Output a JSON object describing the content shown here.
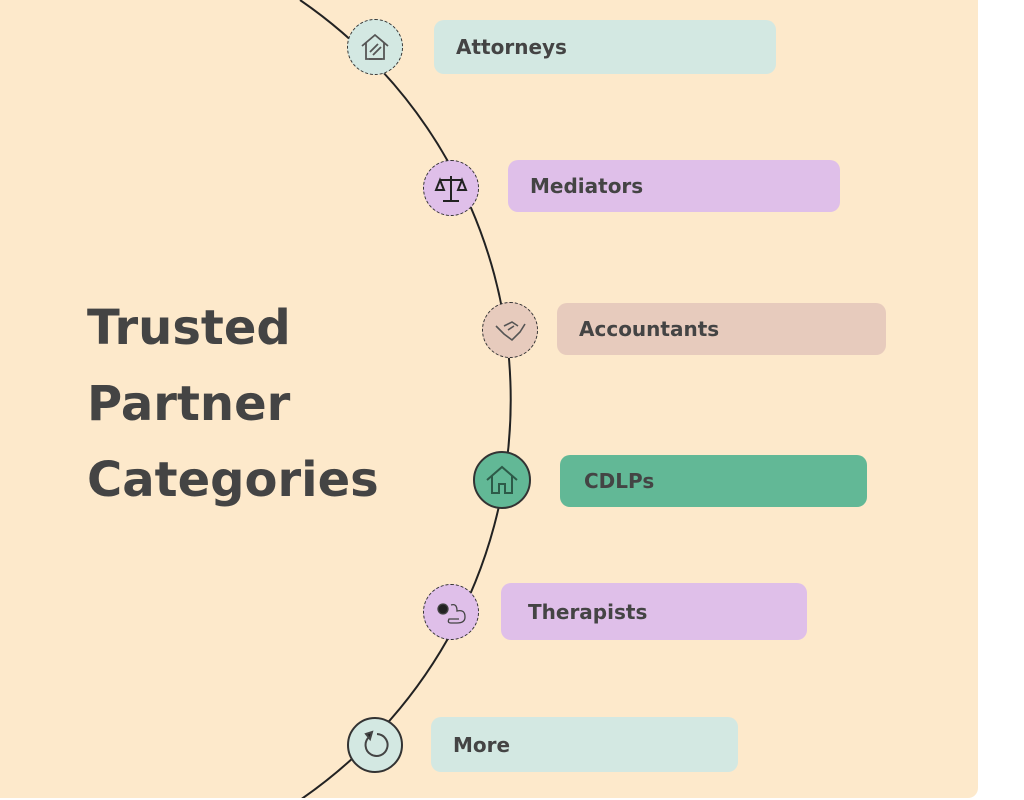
{
  "title": [
    "Trusted",
    "Partner",
    "Categories"
  ],
  "categories": [
    {
      "label": "Attorneys",
      "icon": "gavel-house-icon",
      "color": "#d3e8e2"
    },
    {
      "label": "Mediators",
      "icon": "scales-icon",
      "color": "#dfbfe9"
    },
    {
      "label": "Accountants",
      "icon": "handshake-icon",
      "color": "#e7cbbd"
    },
    {
      "label": "CDLPs",
      "icon": "house-icon",
      "color": "#62b896"
    },
    {
      "label": "Therapists",
      "icon": "brain-icon",
      "color": "#dfbfe9"
    },
    {
      "label": "More",
      "icon": "refresh-icon",
      "color": "#d3e8e2"
    }
  ]
}
